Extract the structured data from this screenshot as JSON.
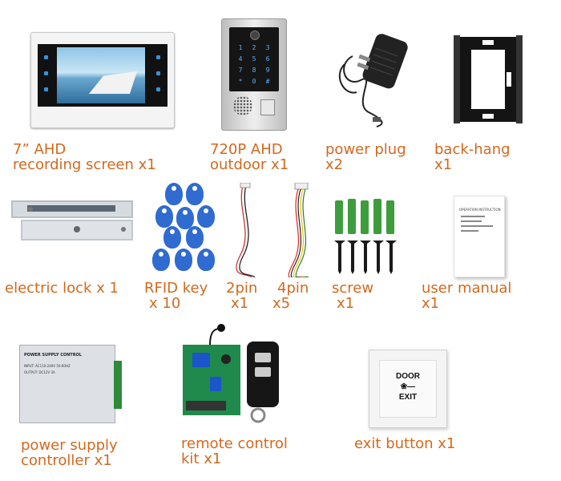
{
  "theme": {
    "accent": "#d2691e"
  },
  "items": [
    {
      "line1": "7” AHD",
      "line2": "recording screen x1"
    },
    {
      "line1": "720P AHD",
      "line2": "outdoor x1"
    },
    {
      "line1": "power plug",
      "line2": "x2"
    },
    {
      "line1": "back-hang",
      "line2": "x1"
    },
    {
      "line1": "electric lock x 1"
    },
    {
      "line1": "RFID key",
      "line2": "x 10"
    },
    {
      "line1": "2pin",
      "line2": "x1"
    },
    {
      "line1": "4pin",
      "line2": "x5"
    },
    {
      "line1": "screw",
      "line2": "x1"
    },
    {
      "line1": "user manual",
      "line2": "x1"
    },
    {
      "line1": "power supply",
      "line2": "controller x1"
    },
    {
      "line1": "remote control",
      "line2": "kit x1"
    },
    {
      "line1": "exit button x1"
    }
  ],
  "product_text": {
    "keypad": [
      "1",
      "2",
      "3",
      "4",
      "5",
      "6",
      "7",
      "8",
      "9",
      "*",
      "0",
      "#"
    ],
    "manual_title": "OPERATION INSTRUCTION",
    "psu_label": "POWER SUPPLY CONTROL",
    "psu_spec_input": "INPUT: AC110-240V 50-60HZ",
    "psu_spec_output": "OUTPUT: DC12V 3A",
    "exit_top": "DOOR",
    "exit_bottom": "EXIT"
  }
}
